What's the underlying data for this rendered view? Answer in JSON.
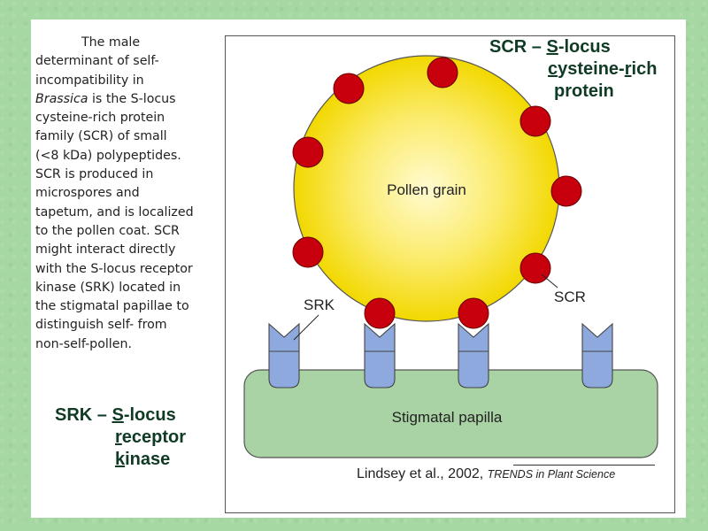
{
  "description": {
    "line1": "The male",
    "line2": "determinant of self-",
    "line3": "incompatibility in",
    "line4_italic": "Brassica",
    "line4_rest": " is the S-locus",
    "line5": "cysteine-rich protein",
    "line6": "family (SCR) of small",
    "line7": "(<8 kDa) polypeptides.",
    "line8": "SCR is produced in",
    "line9": "microspores and",
    "line10": "tapetum, and is localized",
    "line11": "to the pollen coat. SCR",
    "line12": "might interact directly",
    "line13": "with the S-locus receptor",
    "line14": "kinase (SRK) located in",
    "line15": "the stigmatal papillae to",
    "line16": "distinguish self- from",
    "line17": "non-self-pollen."
  },
  "scr_definition": {
    "l1_pre": "SCR – ",
    "l1_u": "S",
    "l1_post": "-locus",
    "l2_u1": "c",
    "l2_mid": "ysteine-",
    "l2_u2": "r",
    "l2_post": "ich",
    "l3": "protein"
  },
  "srk_definition": {
    "l1_pre": "SRK – ",
    "l1_u": "S",
    "l1_post": "-locus",
    "l2_u": "r",
    "l2_post": "eceptor",
    "l3_u": "k",
    "l3_post": "inase"
  },
  "diagram": {
    "pollen_label": "Pollen grain",
    "stigma_label": "Stigmatal papilla",
    "srk_label": "SRK",
    "scr_label": "SCR",
    "colors": {
      "pollen_center": "#fffbd0",
      "pollen_edge": "#f2d800",
      "scr_dot": "#c8000e",
      "receptor": "#8ea9dd",
      "papilla": "#a9d3a4"
    }
  },
  "citation": {
    "authors": "Lindsey et al., 2002, ",
    "journal": "TRENDS in Plant Science"
  }
}
